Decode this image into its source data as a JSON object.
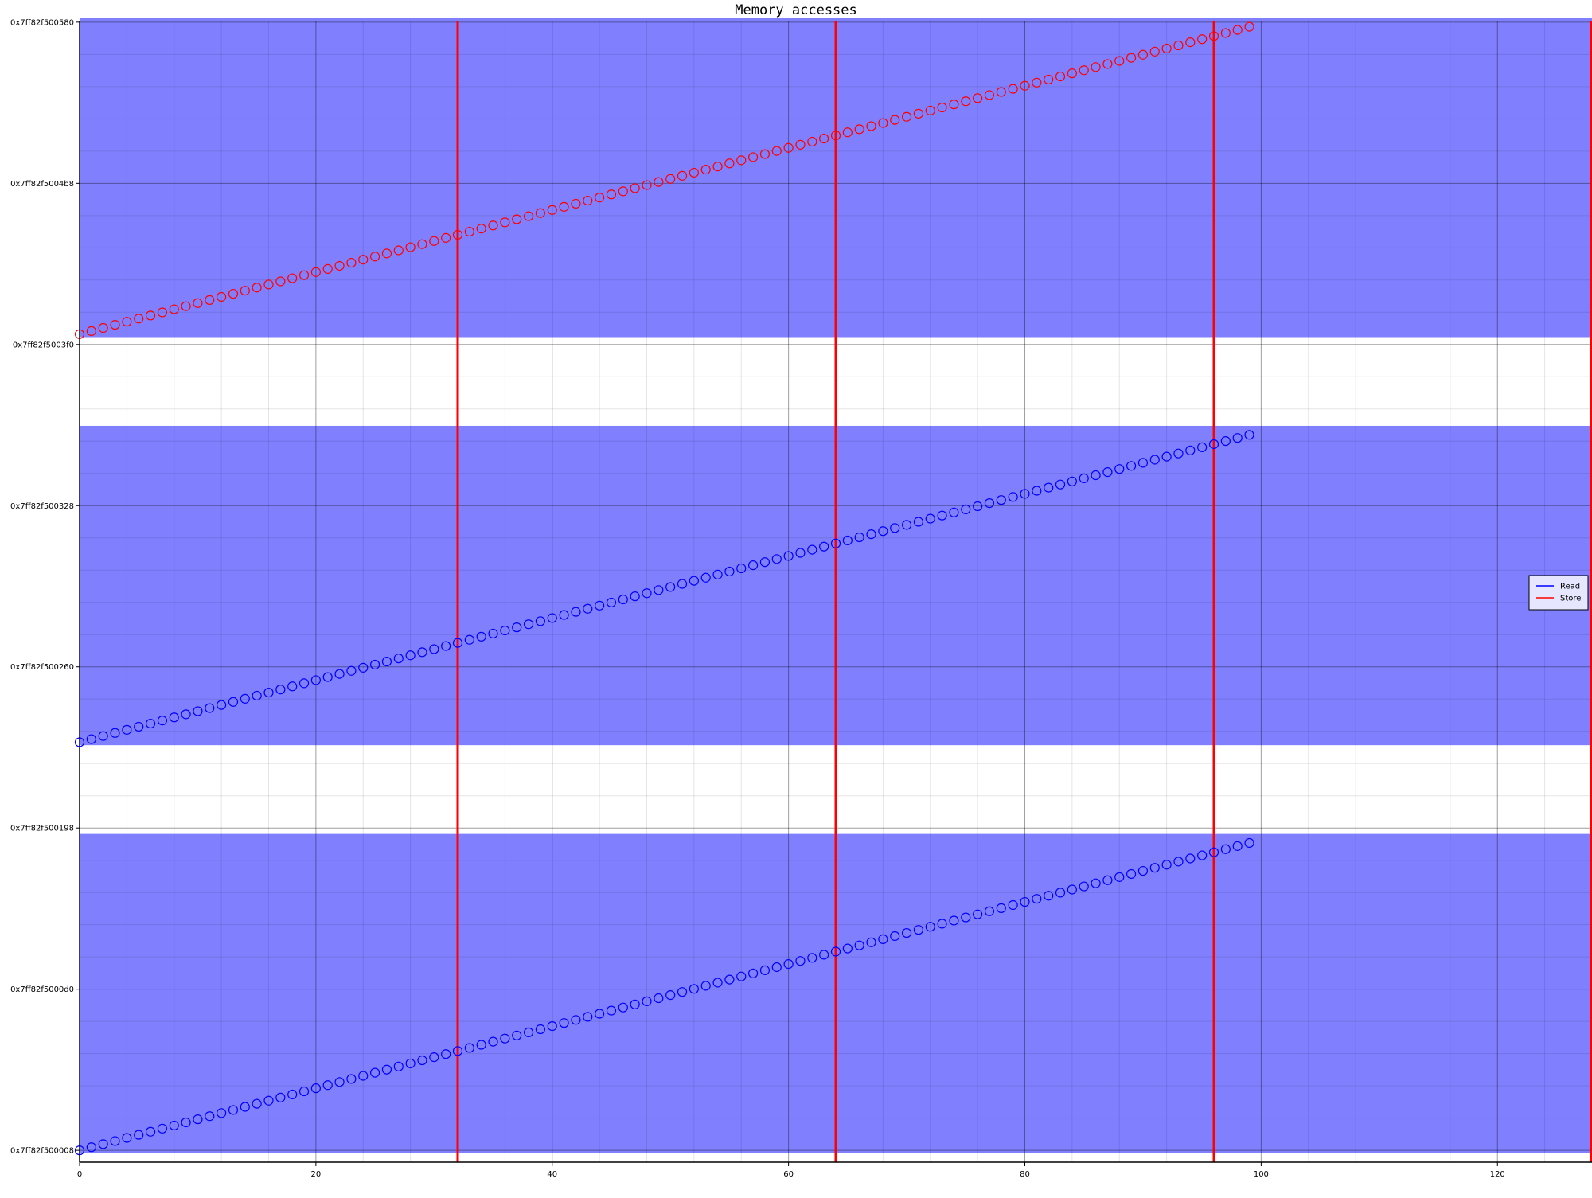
{
  "chart_data": {
    "type": "scatter",
    "title": "Memory accesses",
    "xlabel": "",
    "ylabel": "",
    "xlim": [
      0,
      128
    ],
    "ylim": [
      -4,
      382
    ],
    "x_ticks": [
      0,
      20,
      40,
      60,
      80,
      100,
      120
    ],
    "y_ticks": [
      {
        "value": 0,
        "label": "0x7ff82f500008"
      },
      {
        "value": 200,
        "label": "0x7ff82f5000d0"
      },
      {
        "value": 400,
        "label": "0x7ff82f500198"
      },
      {
        "value": 600,
        "label": "0x7ff82f500260"
      },
      {
        "value": 800,
        "label": "0x7ff82f500328"
      },
      {
        "value": 1000,
        "label": "0x7ff82f5003f0"
      },
      {
        "value": 1200,
        "label": "0x7ff82f5004b8"
      },
      {
        "value": 1400,
        "label": "0x7ff82f500580"
      }
    ],
    "y_tick_unit_scale": 0.2725,
    "grid": true,
    "minor_grid": true,
    "legend_placement": "center-right",
    "legend": [
      {
        "label": "Read",
        "color": "#0000ff"
      },
      {
        "label": "Store",
        "color": "#ff0000"
      }
    ],
    "regions": [
      {
        "name": "region-1",
        "y_start": -1,
        "y_end": 107,
        "color": "#8080ff"
      },
      {
        "name": "region-2",
        "y_start": 137,
        "y_end": 245,
        "color": "#8080ff"
      },
      {
        "name": "region-3",
        "y_start": 275,
        "y_end": 383,
        "color": "#8080ff"
      }
    ],
    "vertical_markers": {
      "values": [
        32,
        64,
        96,
        128
      ],
      "color": "#ff0000"
    },
    "series": [
      {
        "name": "Read",
        "color": "#0000ff",
        "x_start": 0,
        "x_end": 99,
        "y_start": 0,
        "y_step": 1.05
      },
      {
        "name": "Read",
        "color": "#0000ff",
        "x_start": 0,
        "x_end": 99,
        "y_start": 138,
        "y_step": 1.05
      },
      {
        "name": "Store",
        "color": "#ff0000",
        "x_start": 0,
        "x_end": 99,
        "y_start": 276,
        "y_step": 1.05
      }
    ]
  }
}
